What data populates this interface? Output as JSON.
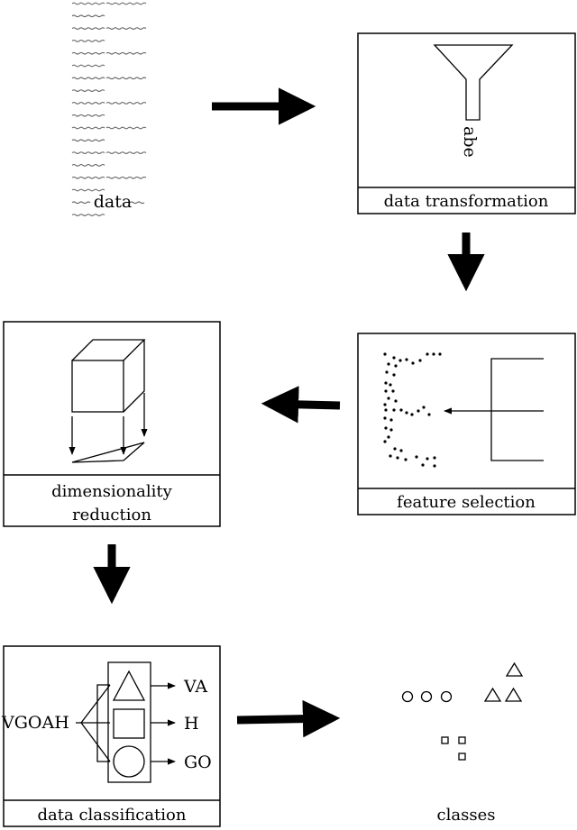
{
  "stages": {
    "data": {
      "label": "data"
    },
    "transformation": {
      "caption": "data transformation",
      "funnel_label": "abe"
    },
    "selection": {
      "caption": "feature selection"
    },
    "reduction": {
      "caption_line1": "dimensionality",
      "caption_line2": "reduction"
    },
    "classification": {
      "caption": "data classification",
      "input": "VGOAH",
      "outputs": [
        "VA",
        "H",
        "GO"
      ]
    },
    "classes": {
      "label": "classes"
    }
  },
  "colors": {
    "ink": "#000000",
    "squiggle": "#666666",
    "background": "#ffffff"
  }
}
